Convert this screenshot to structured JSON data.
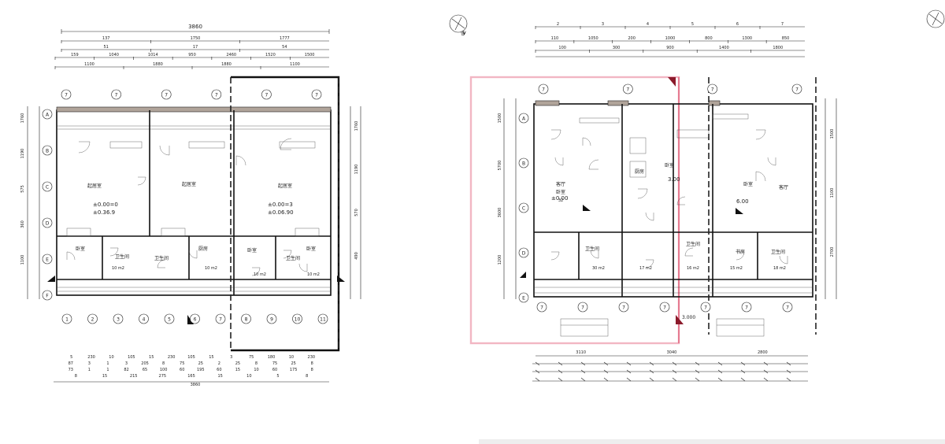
{
  "left_plan": {
    "top_overall": "3860",
    "top_row_2": [
      "137",
      "1750",
      "1777"
    ],
    "top_row_3": [
      "51",
      "17",
      "54"
    ],
    "top_row_4": [
      "159",
      "1040",
      "1014",
      "950",
      "2460",
      "1520",
      "1500"
    ],
    "top_row_5": [
      "1100",
      "1880",
      "1880",
      "1100"
    ],
    "left_dims": [
      "1760",
      "1190",
      "575",
      "360",
      "1100"
    ],
    "right_dims": [
      "1760",
      "1190",
      "570",
      "490"
    ],
    "bottom_row_1": [
      "5",
      "230",
      "10",
      "105",
      "15",
      "230",
      "105",
      "15",
      "3",
      "75",
      "180",
      "10",
      "230"
    ],
    "bottom_row_2": [
      "87",
      "3",
      "1",
      "3",
      "205",
      "8",
      "75",
      "25",
      "2",
      "25",
      "8",
      "75",
      "25",
      "8"
    ],
    "bottom_row_3": [
      "73",
      "1",
      "1",
      "82",
      "65",
      "100",
      "60",
      "195",
      "60",
      "15",
      "10",
      "60",
      "175",
      "8"
    ],
    "bottom_row_4": [
      "8",
      "15",
      "215",
      "275",
      "165",
      "15",
      "10",
      "5",
      "8"
    ],
    "bottom_overall": "3860",
    "elevations": [
      "±0.00=0",
      "±0.36.9",
      "±0.00=3",
      "±0.06.90"
    ],
    "room_labels": [
      "起居室",
      "起居室",
      "起居室",
      "卧室",
      "卫生间",
      "厨房",
      "卫生间",
      "卧室",
      "卫生间",
      "卧室"
    ],
    "area_labels": [
      "10 m2",
      "10 m2",
      "10 m2",
      "10 m2"
    ],
    "axis_bubbles_top": [
      "7",
      "7",
      "7",
      "7",
      "7",
      "7"
    ],
    "axis_bubbles_bottom": [
      "1",
      "2",
      "3",
      "4",
      "5",
      "6",
      "7",
      "8",
      "9",
      "10",
      "11"
    ],
    "axis_bubbles_left": [
      "A",
      "B",
      "C",
      "D",
      "E",
      "F"
    ]
  },
  "right_plan": {
    "top_row_1": [
      "2",
      "3",
      "4",
      "5",
      "6",
      "7"
    ],
    "top_row_2": [
      "110",
      "1050",
      "200",
      "1000",
      "800",
      "1300",
      "850"
    ],
    "top_row_3": [
      "100",
      "300",
      "900",
      "1400",
      "1800"
    ],
    "left_dims": [
      "1500",
      "5700",
      "3600",
      "1200"
    ],
    "right_dims": [
      "1500",
      "1100",
      "2700"
    ],
    "elevations": [
      "±0.00",
      "3.00",
      "6.00",
      "3.000"
    ],
    "room_labels": [
      "客厅",
      "卧室",
      "卫生间",
      "厨房",
      "卧室",
      "卫生间",
      "卧室",
      "客厅",
      "书房",
      "卫生间"
    ],
    "area_labels": [
      "32",
      "30 m2",
      "17 m2",
      "16 m2",
      "15 m2",
      "18 m2"
    ],
    "axis_bubbles_bottom": [
      "7",
      "7",
      "7",
      "7",
      "7",
      "7",
      "7"
    ],
    "axis_bubbles_top": [
      "7",
      "7",
      "7",
      "7"
    ],
    "bottom_dims": [
      "3110",
      "3040",
      "2800"
    ]
  },
  "icons": {
    "north_arrow_left": "north-arrow-icon",
    "north_arrow_right": "north-arrow-icon"
  }
}
